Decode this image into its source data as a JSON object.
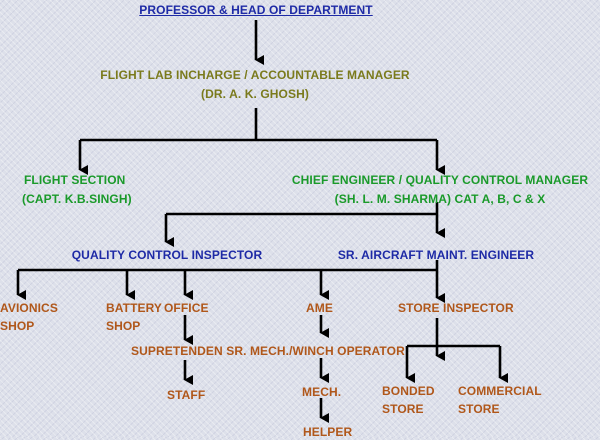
{
  "nodes": {
    "head": "PROFESSOR & HEAD OF DEPARTMENT",
    "flight_lab_line1": "FLIGHT LAB INCHARGE / ACCOUNTABLE MANAGER",
    "flight_lab_line2": "(DR. A. K. GHOSH)",
    "flight_section_line1": "FLIGHT SECTION",
    "flight_section_line2": "(CAPT. K.B.SINGH)",
    "chief_engineer_line1": "CHIEF ENGINEER / QUALITY CONTROL MANAGER",
    "chief_engineer_line2": "(SH. L. M. SHARMA) CAT A, B, C & X",
    "qc_inspector": "QUALITY CONTROL INSPECTOR",
    "sr_aircraft_engineer": "SR. AIRCRAFT MAINT. ENGINEER",
    "avionics_line1": "AVIONICS",
    "avionics_line2": "SHOP",
    "battery_line1": "BATTERY",
    "battery_line2": "SHOP",
    "office": "OFFICE",
    "ame": "AME",
    "store_inspector": "STORE INSPECTOR",
    "supretenden": "SUPRETENDEN SR. MECH./WINCH OPERATOR",
    "staff": "STAFF",
    "mech": "MECH.",
    "helper": "HELPER",
    "bonded_line1": "BONDED",
    "bonded_line2": "STORE",
    "commercial_line1": "COMMERCIAL",
    "commercial_line2": "STORE"
  },
  "colors": {
    "head": "#1e2aa6",
    "level2": "#7a7a1c",
    "level3": "#1a9a2a",
    "level4": "#1e2aa6",
    "units": "#b0571a",
    "connector": "#000000"
  }
}
